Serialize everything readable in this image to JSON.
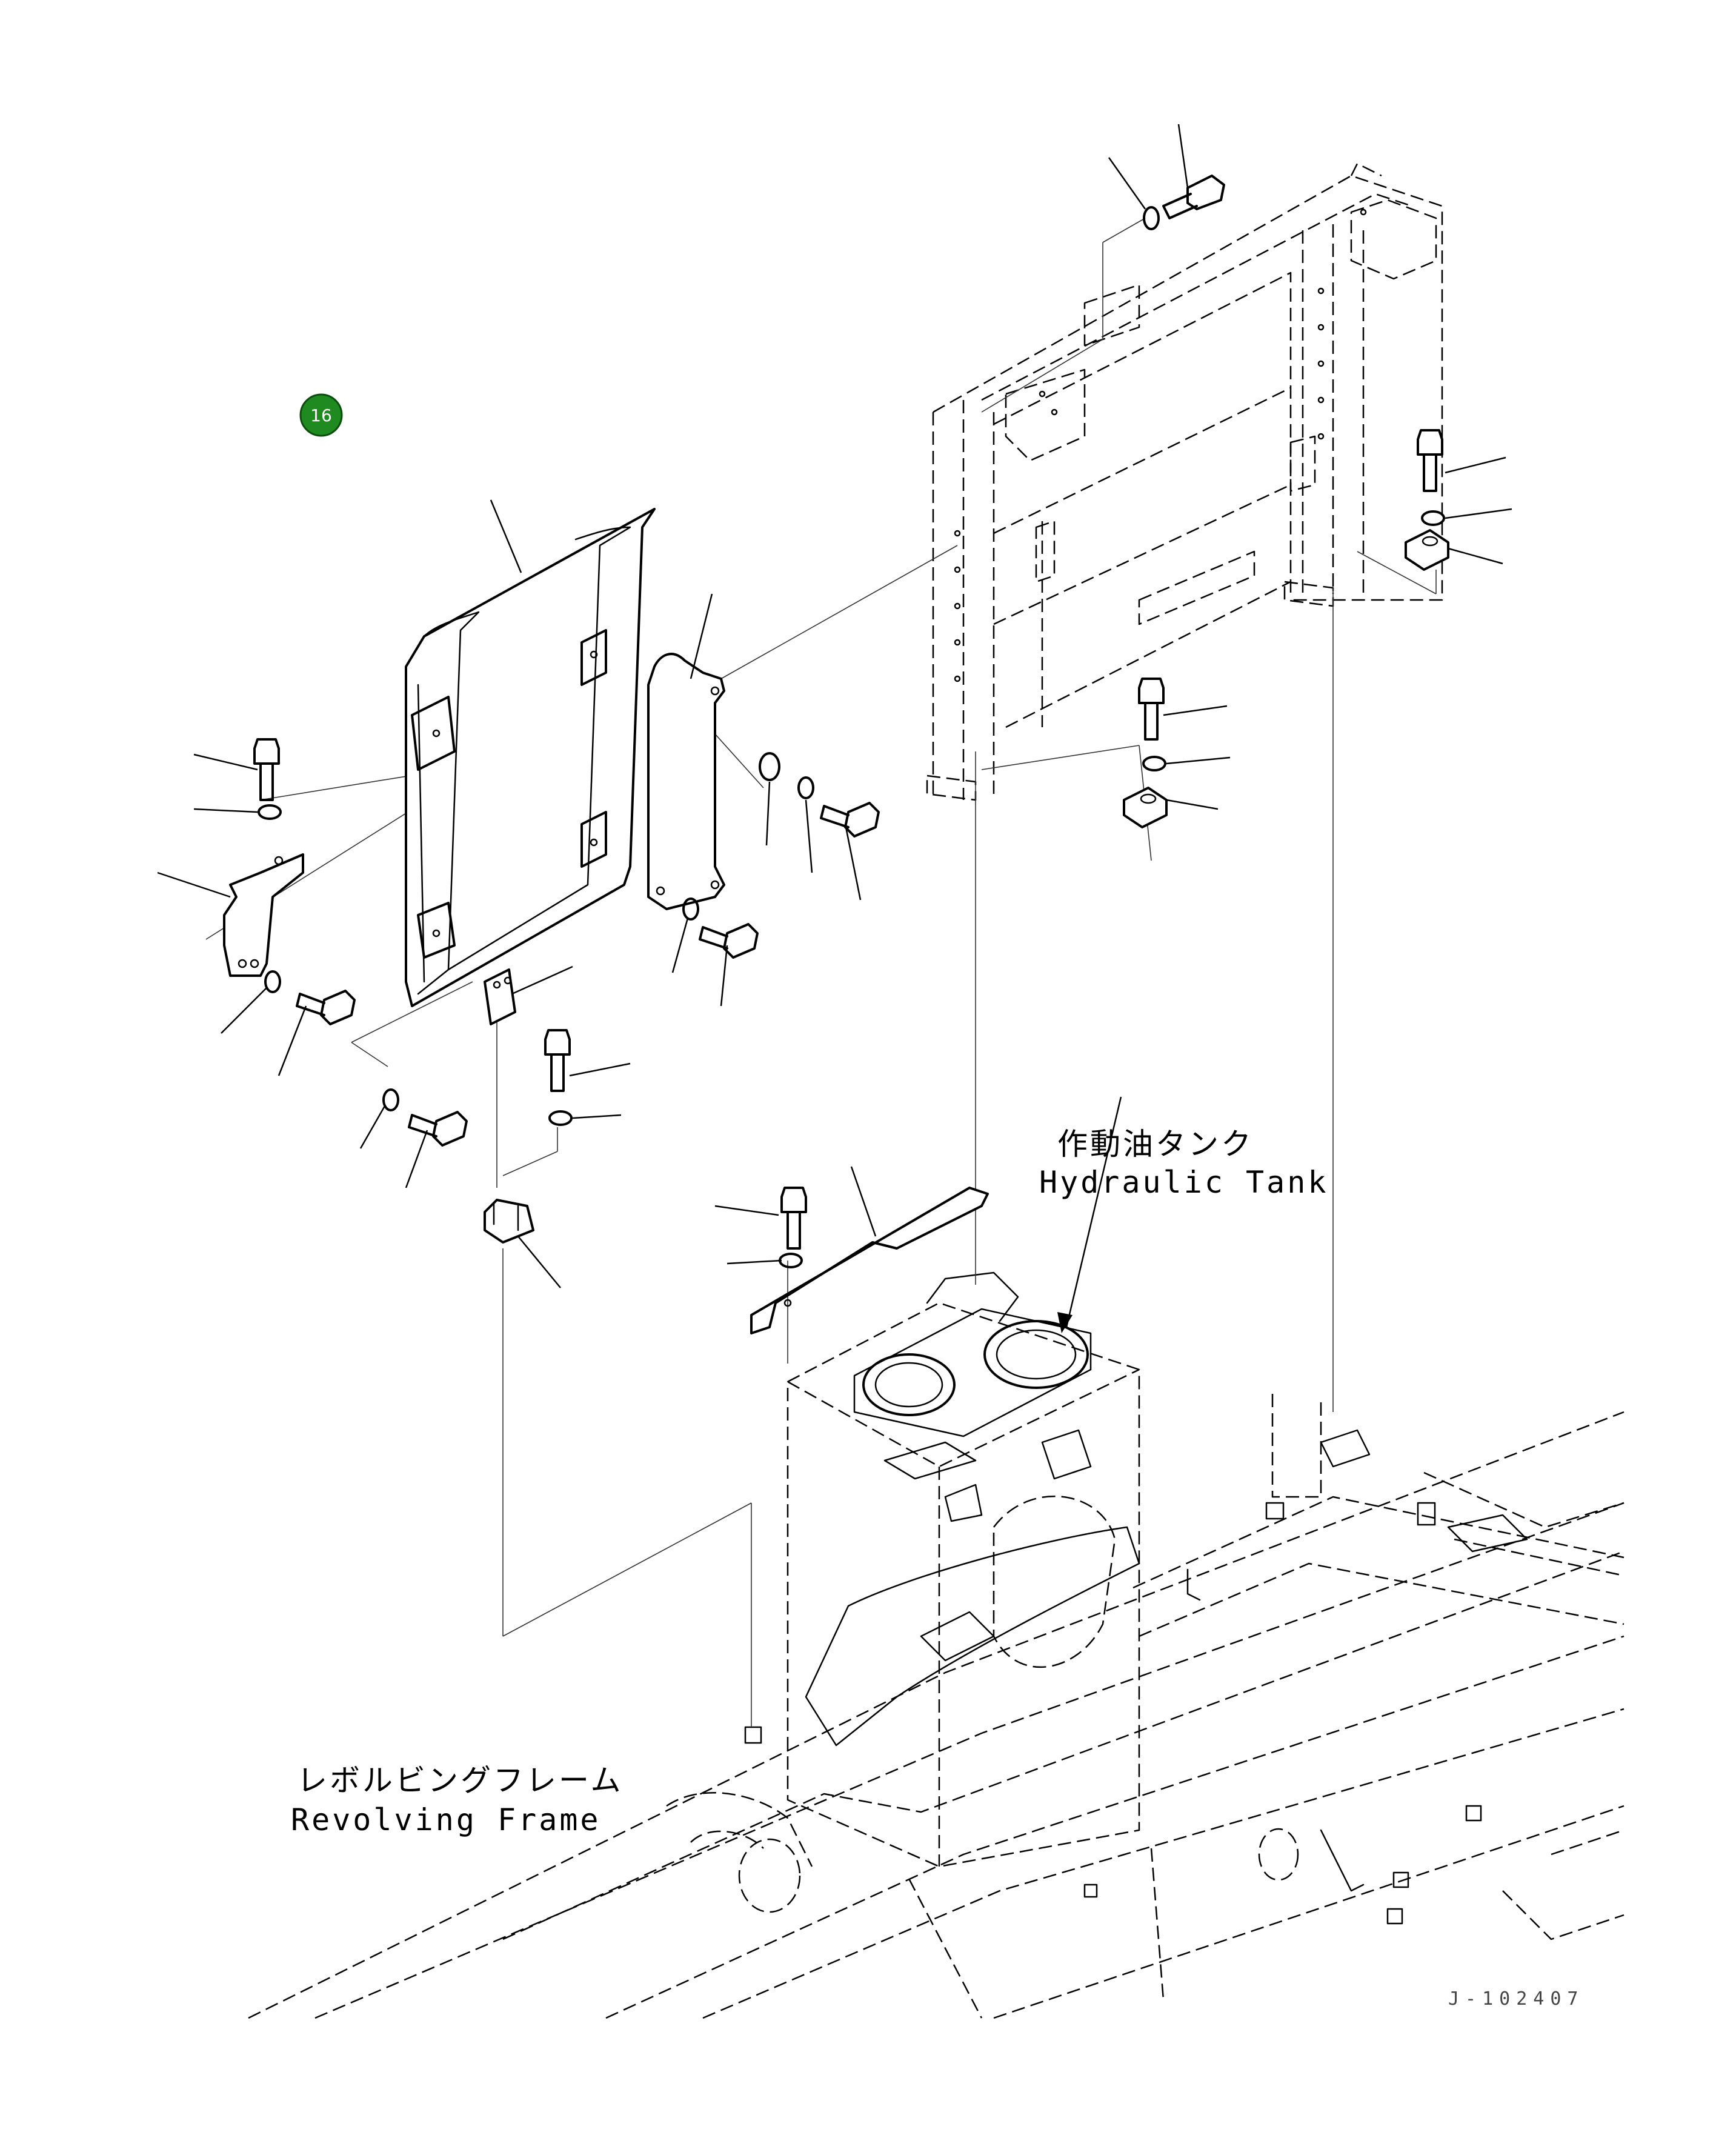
{
  "badge": {
    "label": "16",
    "color": "#1f8a1f"
  },
  "labels": {
    "hydraulic_tank_jp": "作動油タンク",
    "hydraulic_tank_en": "Hydraulic Tank",
    "revolving_frame_jp": "レボルビングフレーム",
    "revolving_frame_en": "Revolving Frame"
  },
  "drawing_code": "J-102407"
}
